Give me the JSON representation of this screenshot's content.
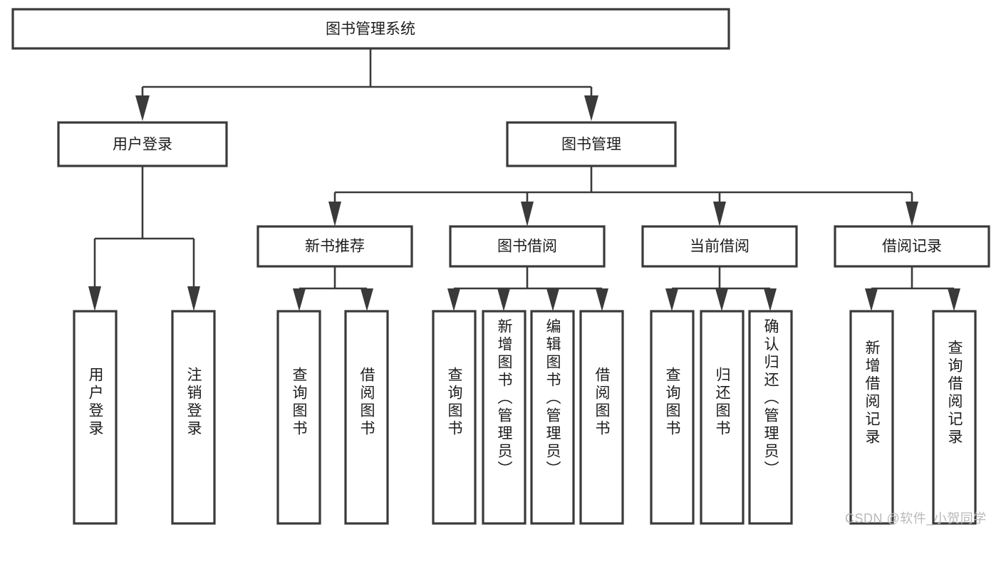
{
  "diagram": {
    "type": "tree-hierarchy",
    "title": "图书管理系统",
    "orientation": "top-down",
    "watermark": "CSDN @软件_小贺同学",
    "colors": {
      "box_border": "#3a3a3a",
      "box_fill": "#ffffff",
      "connector": "#3a3a3a",
      "text": "#1c1c1c",
      "watermark": "#b9b9b9",
      "background": "#ffffff"
    },
    "root": {
      "label": "图书管理系统"
    },
    "level2": [
      {
        "label": "用户登录"
      },
      {
        "label": "图书管理"
      }
    ],
    "level3": [
      {
        "label": "新书推荐"
      },
      {
        "label": "图书借阅"
      },
      {
        "label": "当前借阅"
      },
      {
        "label": "借阅记录"
      }
    ],
    "leaves": [
      {
        "label": "用户登录",
        "parent": "用户登录",
        "tall": false
      },
      {
        "label": "注销登录",
        "parent": "用户登录",
        "tall": false
      },
      {
        "label": "查询图书",
        "parent": "新书推荐",
        "tall": false
      },
      {
        "label": "借阅图书",
        "parent": "新书推荐",
        "tall": false
      },
      {
        "label": "查询图书",
        "parent": "图书借阅",
        "tall": false
      },
      {
        "label": "新增图书（管理员）",
        "parent": "图书借阅",
        "tall": true
      },
      {
        "label": "编辑图书（管理员）",
        "parent": "图书借阅",
        "tall": true
      },
      {
        "label": "借阅图书",
        "parent": "图书借阅",
        "tall": false
      },
      {
        "label": "查询图书",
        "parent": "当前借阅",
        "tall": false
      },
      {
        "label": "归还图书",
        "parent": "当前借阅",
        "tall": false
      },
      {
        "label": "确认归还（管理员）",
        "parent": "当前借阅",
        "tall": true
      },
      {
        "label": "新增借阅记录",
        "parent": "借阅记录",
        "tall": false
      },
      {
        "label": "查询借阅记录",
        "parent": "借阅记录",
        "tall": false
      }
    ]
  }
}
